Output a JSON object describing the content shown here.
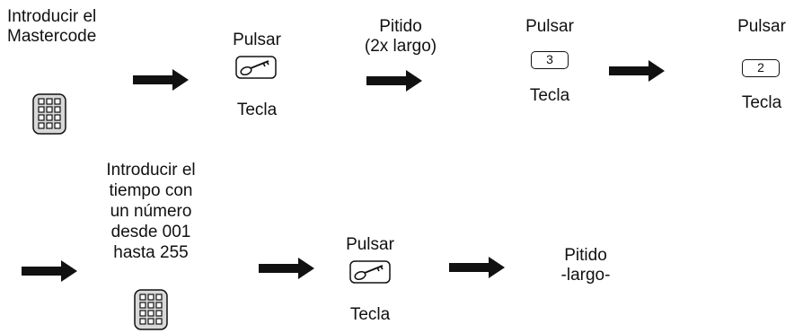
{
  "steps": {
    "s1_label": [
      "Introducir el",
      "Mastercode"
    ],
    "s2_label": "Pulsar",
    "s2_caption": "Tecla",
    "s3_label": [
      "Pitido",
      "(2x largo)"
    ],
    "s4_label": "Pulsar",
    "s4_key": "3",
    "s4_caption": "Tecla",
    "s5_label": "Pulsar",
    "s5_key": "2",
    "s5_caption": "Tecla",
    "s6_label": [
      "Introducir el",
      "tiempo con",
      "un número",
      "desde 001",
      "hasta 255"
    ],
    "s7_label": "Pulsar",
    "s7_caption": "Tecla",
    "s8_label": [
      "Pitido",
      "-largo-"
    ]
  },
  "icons": {
    "arrow": "right-arrow-icon",
    "keypad": "keypad-icon",
    "key": "key-icon"
  },
  "colors": {
    "stroke": "#111111",
    "keypad_fill": "#d9d9d9"
  }
}
